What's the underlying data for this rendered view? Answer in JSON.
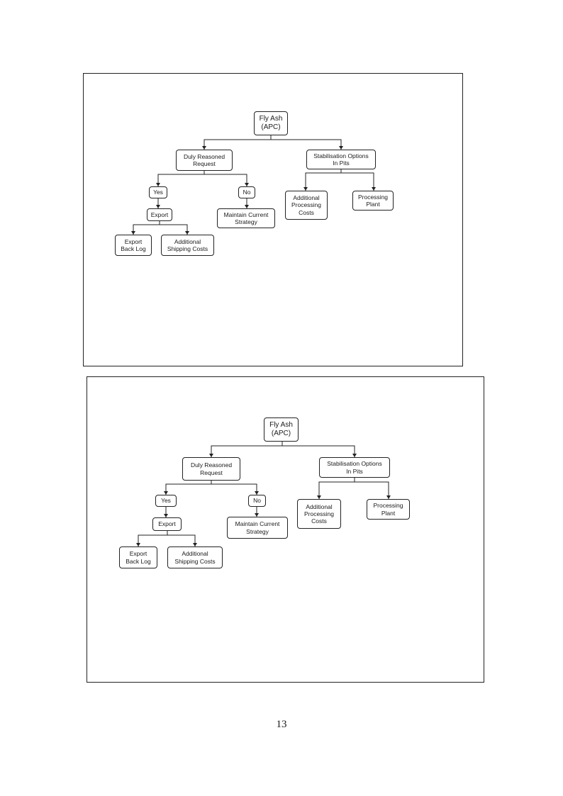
{
  "diagrams": [
    {
      "nodes": {
        "root": "Fly Ash\n(APC)",
        "duly": "Duly Reasoned\nRequest",
        "stab": "Stabilisation Options\nIn Pits",
        "yes": "Yes",
        "no": "No",
        "export": "Export",
        "maintain": "Maintain Current\nStrategy",
        "addproc": "Additional\nProcessing\nCosts",
        "plant": "Processing\nPlant",
        "backlog": "Export\nBack Log",
        "shipping": "Additional\nShipping Costs"
      }
    },
    {
      "nodes": {
        "root": "Fly Ash\n(APC)",
        "duly": "Duly Reasoned\nRequest",
        "stab": "Stabilisation Options\nIn Pits",
        "yes": "Yes",
        "no": "No",
        "export": "Export",
        "maintain": "Maintain Current\nStrategy",
        "addproc": "Additional\nProcessing\nCosts",
        "plant": "Processing\nPlant",
        "backlog": "Export\nBack Log",
        "shipping": "Additional\nShipping Costs"
      }
    }
  ],
  "page_number": "13"
}
